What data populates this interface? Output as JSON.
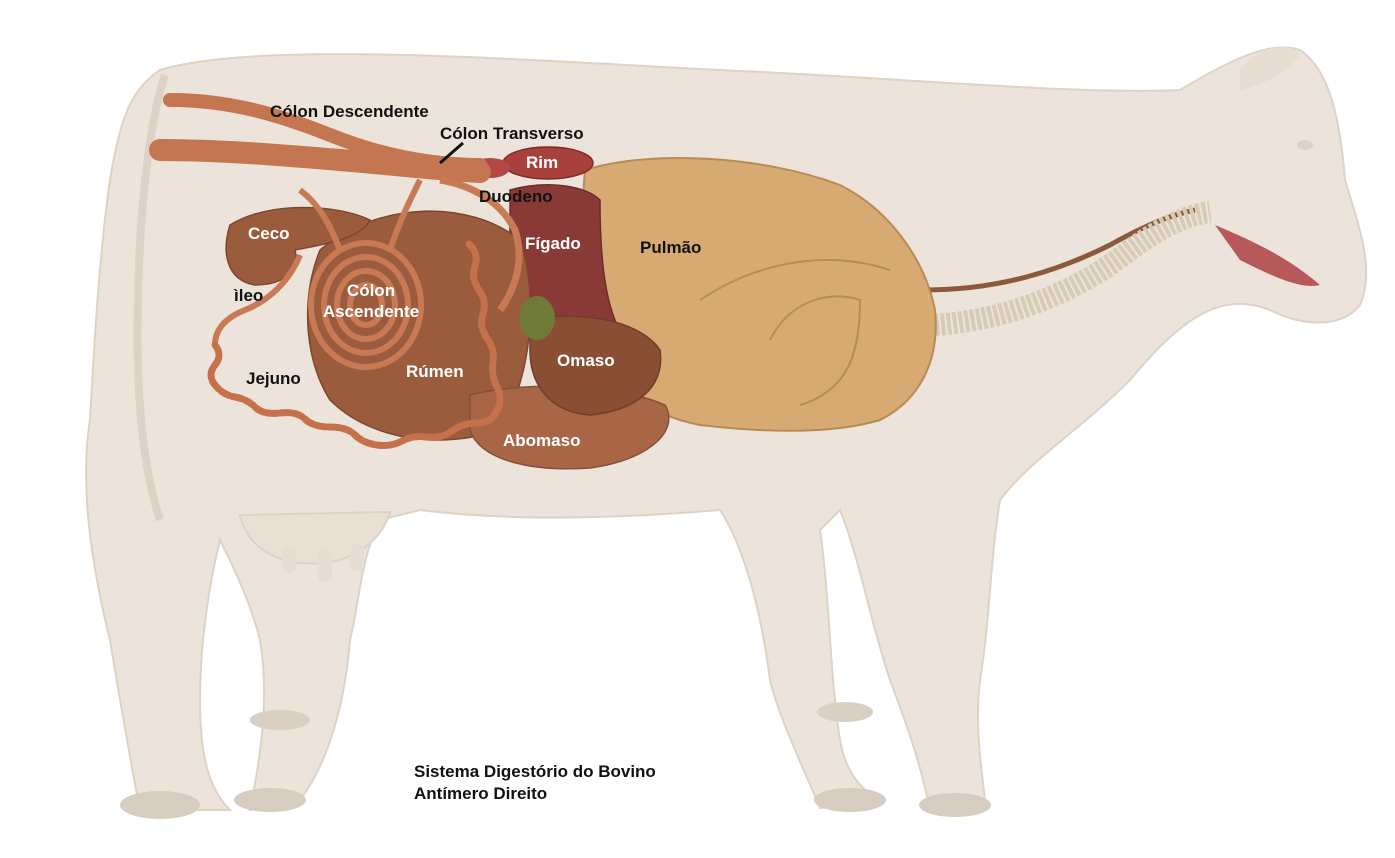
{
  "labels": {
    "colon_descendente": "Cólon Descendente",
    "colon_transverso": "Cólon Transverso",
    "rim": "Rim",
    "duodeno": "Duodeno",
    "ceco": "Ceco",
    "figado": "Fígado",
    "pulmao": "Pulmão",
    "ileo": "ìleo",
    "colon_ascendente_1": "Cólon",
    "colon_ascendente_2": "Ascendente",
    "omaso": "Omaso",
    "jejuno": "Jejuno",
    "rumen": "Rúmen",
    "abomaso": "Abomaso"
  },
  "caption": {
    "line1": "Sistema Digestório do Bovino",
    "line2": "Antímero Direito"
  },
  "colors": {
    "body": "#ece4da",
    "body_outline": "#d9cfc3",
    "intestine": "#c87a55",
    "rumen": "#9b5c3e",
    "omaso": "#8a4e34",
    "liver": "#8a3a36",
    "kidney": "#a8403c",
    "lung": "#d6aa72",
    "trachea": "#d8cbb6",
    "esophagus": "#8c5a3a",
    "gallbladder": "#6f7a36"
  }
}
